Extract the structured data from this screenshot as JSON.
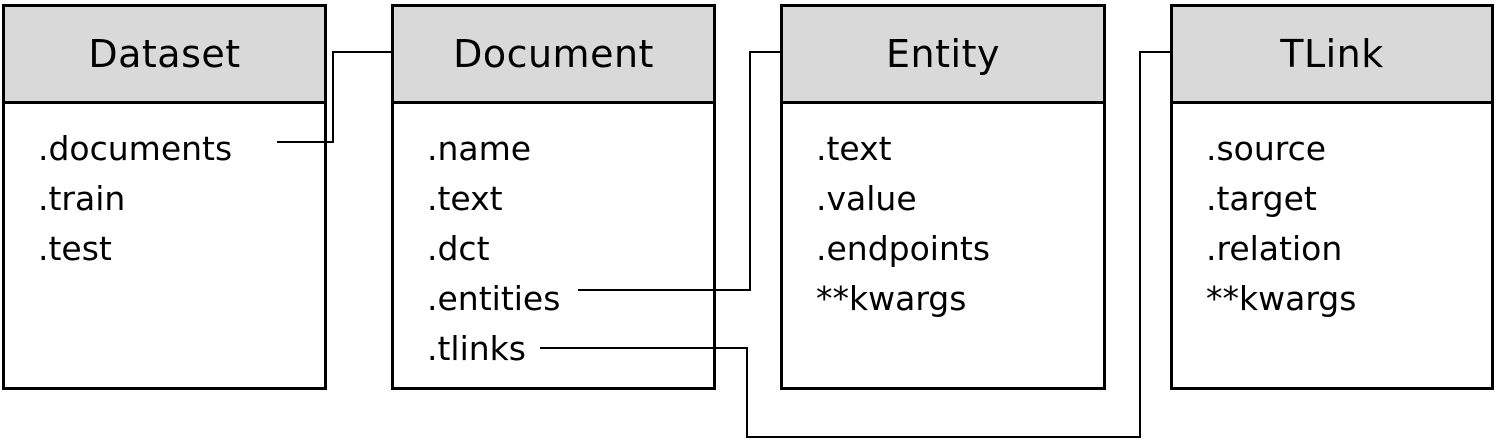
{
  "classes": [
    {
      "name": "Dataset",
      "attributes": [
        ".documents",
        ".train",
        ".test"
      ]
    },
    {
      "name": "Document",
      "attributes": [
        ".name",
        ".text",
        ".dct",
        ".entities",
        ".tlinks"
      ]
    },
    {
      "name": "Entity",
      "attributes": [
        ".text",
        ".value",
        ".endpoints",
        "**kwargs"
      ]
    },
    {
      "name": "TLink",
      "attributes": [
        ".source",
        ".target",
        ".relation",
        "**kwargs"
      ]
    }
  ],
  "connections": [
    {
      "from": "Dataset.documents",
      "to": "Document"
    },
    {
      "from": "Document.entities",
      "to": "Entity"
    },
    {
      "from": "Document.tlinks",
      "to": "TLink"
    }
  ]
}
